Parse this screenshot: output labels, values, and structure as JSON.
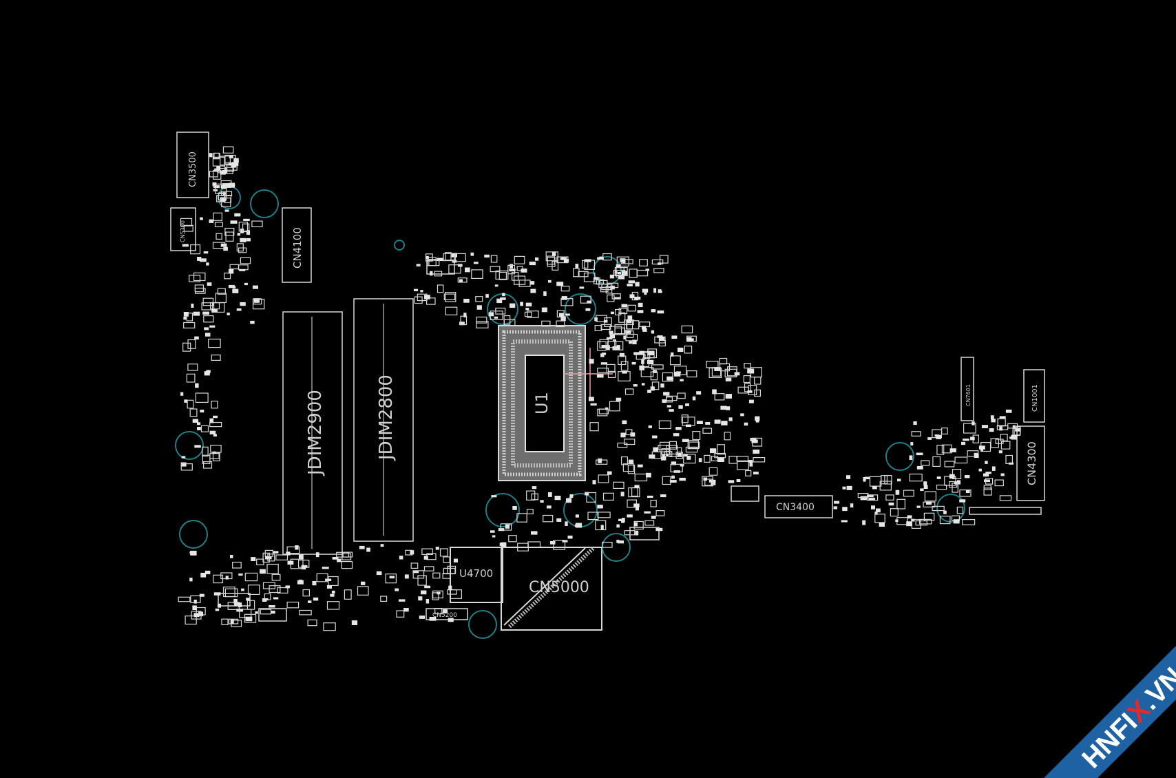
{
  "components": {
    "cn3500": "CN3500",
    "cn5300": "CN5300",
    "cn4100": "CN4100",
    "jdim2900": "JDIM2900",
    "jdim2800": "JDIM2800",
    "u1": "U1",
    "u4700": "U4700",
    "cn5000": "CN5000",
    "cn5200": "CN5200",
    "cn3400": "CN3400",
    "cn7601": "CN7601",
    "cn1001": "CN1001",
    "cn4300": "CN4300"
  },
  "watermark": {
    "text_a": "HNFI",
    "text_x": "X",
    "text_b": ".VN"
  },
  "colors": {
    "background": "#000000",
    "outline": "#d8d8d8",
    "hole": "#1f7f86",
    "banner": "#1e62a3",
    "accent_x": "#e02b2b"
  }
}
